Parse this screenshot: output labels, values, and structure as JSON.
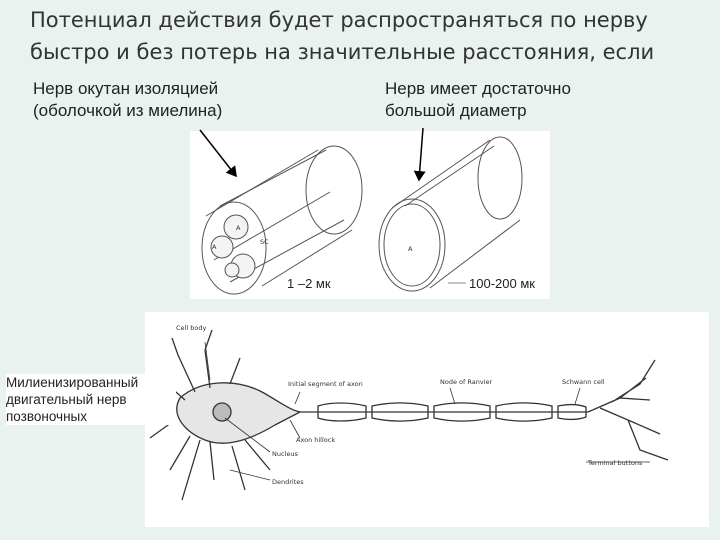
{
  "title": "Потенциал действия будет распространяться по нерву быстро и без потерь на значительные расстояния, если",
  "caption_left": "Нерв окутан изоляцией (оболочкой из миелина)",
  "caption_right": "Нерв имеет достаточно большой диаметр",
  "label_myelinated_size": "1 –2 мк",
  "label_large_size": "100-200 мк",
  "side_caption": "Милиенизированный двигательный нерв позвоночных",
  "neuron_labels": {
    "cell_body": "Cell body",
    "initial_segment": "Initial segment of axon",
    "node_of_ranvier": "Node of Ranvier",
    "schwann_cell": "Schwann cell",
    "axon_hillock": "Axon hillock",
    "nucleus": "Nucleus",
    "dendrites": "Dendrites",
    "terminal_buttons": "Terminal buttons"
  }
}
